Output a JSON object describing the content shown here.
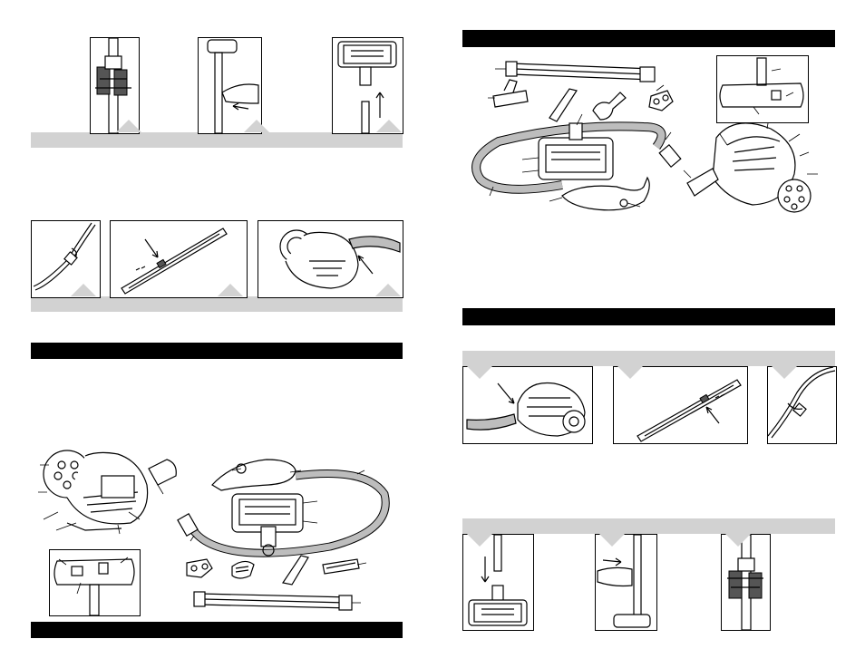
{
  "page": {
    "left_panel": {
      "step_strip_top": {
        "figures": [
          "hose-to-handle",
          "wand-release",
          "powerhead-attach"
        ]
      },
      "step_strip_middle": {
        "figures": [
          "hose-connector",
          "wand-button",
          "canister-inlet"
        ]
      },
      "section_bar_1": {
        "text": ""
      },
      "parts_diagram": {
        "figures": [
          "canister",
          "hose-and-handle",
          "powerhead",
          "tools",
          "wand",
          "powerhead-underside"
        ]
      },
      "section_bar_2": {
        "text": ""
      }
    },
    "right_panel": {
      "section_bar_1": {
        "text": ""
      },
      "parts_diagram": {
        "figures": [
          "wand",
          "tools",
          "hose-and-handle",
          "powerhead",
          "powerhead-underside",
          "canister"
        ]
      },
      "section_bar_2": {
        "text": ""
      },
      "step_strip_middle": {
        "figures": [
          "canister-inlet",
          "wand-button",
          "hose-connector"
        ]
      },
      "step_strip_bottom": {
        "figures": [
          "powerhead-attach",
          "wand-release",
          "hose-to-handle"
        ]
      }
    }
  },
  "colors": {
    "section_bar": "#000000",
    "step_strip": "#d2d2d2",
    "line_art": "#000000",
    "hose_fill": "#bdbdbd"
  }
}
